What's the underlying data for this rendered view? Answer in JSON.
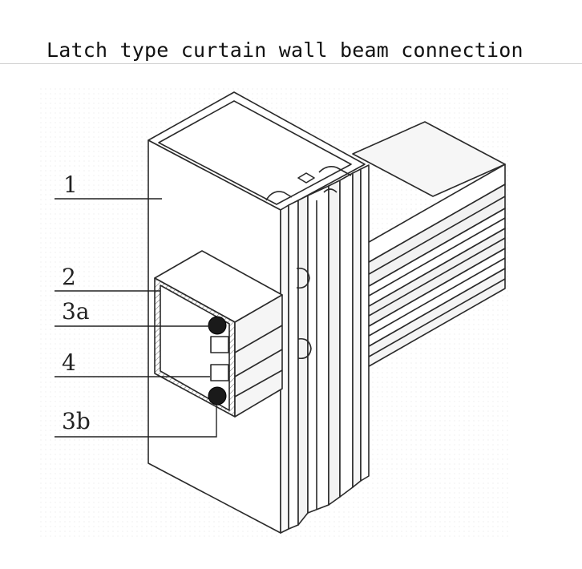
{
  "title": "Latch type curtain wall beam connection",
  "labels": {
    "part_1": "1",
    "part_2": "2",
    "part_3a": "3a",
    "part_4": "4",
    "part_3b": "3b"
  }
}
